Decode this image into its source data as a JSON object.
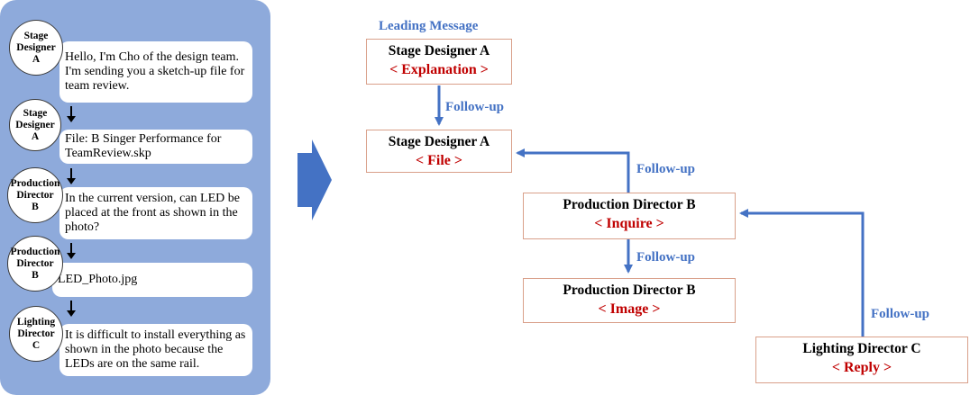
{
  "chat": [
    {
      "speaker": "Stage\nDesigner\nA",
      "message": "Hello, I'm Cho of the design team. I'm sending you a sketch-up file for team review."
    },
    {
      "speaker": "Stage\nDesigner\nA",
      "message": "File: B Singer Performance for TeamReview.skp"
    },
    {
      "speaker": "Production\nDirector\nB",
      "message": "In the current version, can LED be placed at the front as shown in the photo?"
    },
    {
      "speaker": "Production\nDirector\nB",
      "message": "LED_Photo.jpg"
    },
    {
      "speaker": "Lighting\nDirector\nC",
      "message": "It is difficult to install everything as shown in the photo because the LEDs are on the same rail."
    }
  ],
  "diagram": {
    "leading_label": "Leading Message",
    "followup_label": "Follow-up",
    "nodes": [
      {
        "name": "Stage Designer A",
        "tag": "< Explanation >"
      },
      {
        "name": "Stage Designer A",
        "tag": "< File >"
      },
      {
        "name": "Production Director B",
        "tag": "< Inquire >"
      },
      {
        "name": "Production Director B",
        "tag": "< Image >"
      },
      {
        "name": "Lighting Director C",
        "tag": "< Reply >"
      }
    ]
  },
  "colors": {
    "panel": "#8eaadb",
    "accent": "#4472c4",
    "tag": "#c00000",
    "node_border": "#d9a08a"
  }
}
